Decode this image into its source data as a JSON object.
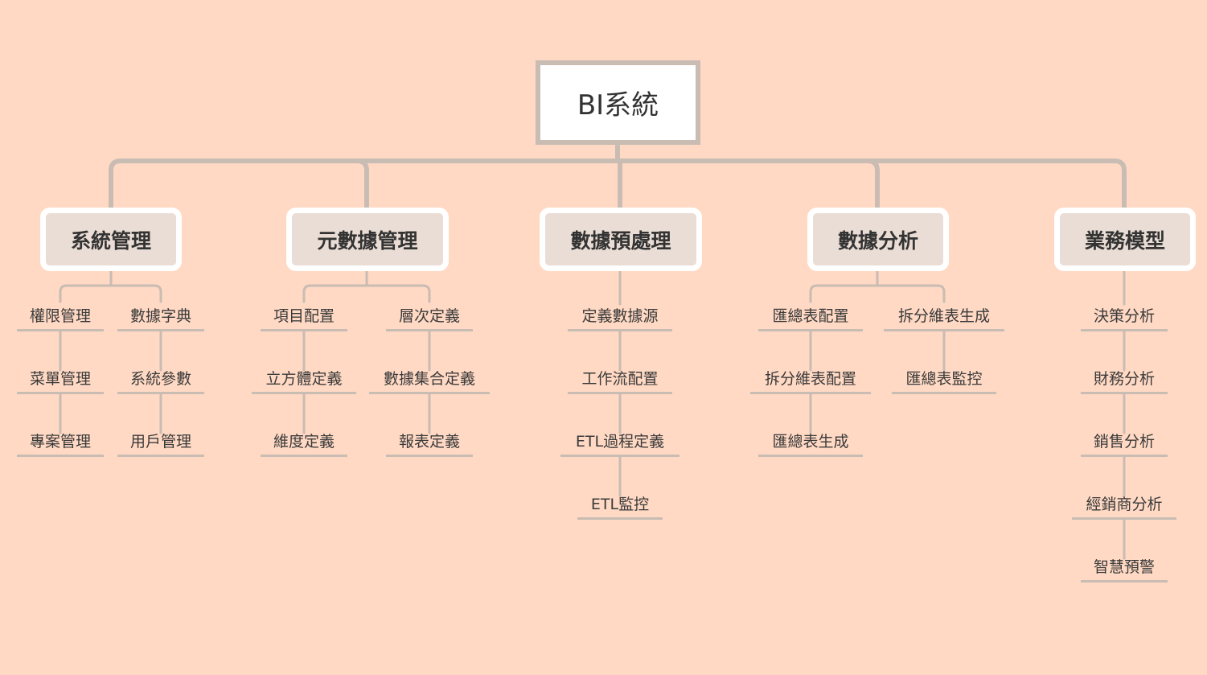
{
  "diagram": {
    "root": {
      "label": "BI系統"
    },
    "branches": [
      {
        "label": "系統管理"
      },
      {
        "label": "元數據管理"
      },
      {
        "label": "數據預處理"
      },
      {
        "label": "數據分析"
      },
      {
        "label": "業務模型"
      }
    ],
    "leaves": {
      "system_mgmt": {
        "col_a": [
          "權限管理",
          "菜單管理",
          "專案管理"
        ],
        "col_b": [
          "數據字典",
          "系統參數",
          "用戶管理"
        ]
      },
      "metadata_mgmt": {
        "col_a": [
          "項目配置",
          "立方體定義",
          "維度定義"
        ],
        "col_b": [
          "層次定義",
          "數據集合定義",
          "報表定義"
        ]
      },
      "preprocessing": [
        "定義數據源",
        "工作流配置",
        "ETL過程定義",
        "ETL監控"
      ],
      "analysis": {
        "col_a": [
          "匯總表配置",
          "拆分維表配置",
          "匯總表生成"
        ],
        "col_b": [
          "拆分維表生成",
          "匯總表監控"
        ]
      },
      "business_model": [
        "決策分析",
        "財務分析",
        "銷售分析",
        "經銷商分析",
        "智慧預警"
      ]
    },
    "colors": {
      "background": "#FFD9C4",
      "connector": "#C9BCB3",
      "branch_fill": "#EADDD5",
      "box_border": "#FFFFFF",
      "text": "#333333"
    }
  }
}
